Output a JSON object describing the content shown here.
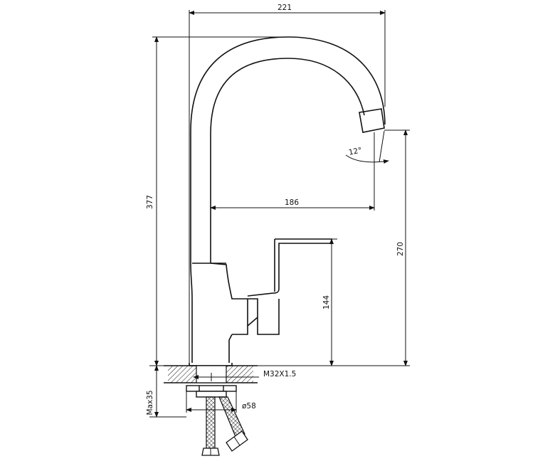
{
  "dimensions": {
    "overall_reach": "221",
    "total_height": "377",
    "spout_reach": "186",
    "outlet_height": "270",
    "handle_height": "144",
    "spout_angle": "12°",
    "thread": "M32X1.5",
    "base_diameter": "ø58",
    "max_thickness": "Max35"
  },
  "colors": {
    "line": "#111111",
    "background": "#ffffff"
  }
}
